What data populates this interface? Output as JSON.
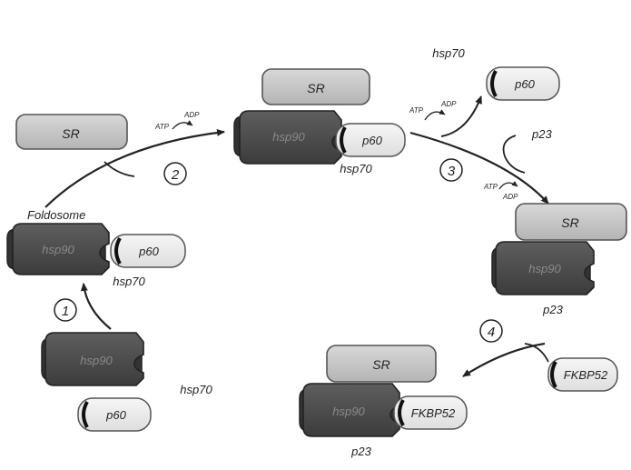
{
  "diagram": {
    "labels": {
      "sr": "SR",
      "hsp90": "hsp90",
      "hsp70": "hsp70",
      "p60": "p60",
      "p23": "p23",
      "fkbp52": "FKBP52",
      "foldosome": "Foldosome",
      "atp": "ATP",
      "adp": "ADP"
    },
    "steps": [
      "1",
      "2",
      "3",
      "4"
    ],
    "colors": {
      "hsp90_fill": "#4a4a4a",
      "hsp90_back": "#3a3a3a",
      "sr_fill": "#c4c4c4",
      "sr_stroke": "#555555",
      "p60_fill": "#ececec",
      "arrow": "#222222"
    }
  }
}
